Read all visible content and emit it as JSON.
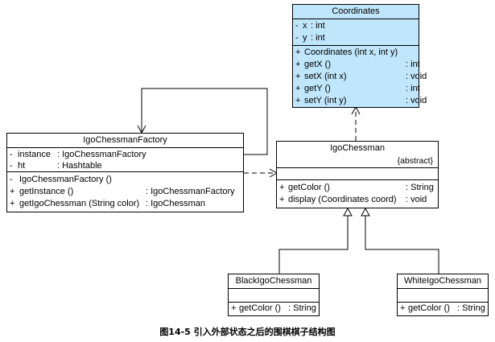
{
  "classes": {
    "coordinates": {
      "name": "Coordinates",
      "attributes": [
        {
          "vis": "-",
          "name": "x",
          "type": ": int"
        },
        {
          "vis": "-",
          "name": "y",
          "type": ": int"
        }
      ],
      "operations": [
        {
          "vis": "+",
          "name": "Coordinates (int x, int y)",
          "type": ""
        },
        {
          "vis": "+",
          "name": "getX ()",
          "type": ": int"
        },
        {
          "vis": "+",
          "name": "setX (int x)",
          "type": ": void"
        },
        {
          "vis": "+",
          "name": "getY ()",
          "type": ": int"
        },
        {
          "vis": "+",
          "name": "setY (int y)",
          "type": ": void"
        }
      ]
    },
    "factory": {
      "name": "IgoChessmanFactory",
      "attributes": [
        {
          "vis": "-",
          "name": "instance",
          "type": ": IgoChessmanFactory"
        },
        {
          "vis": "-",
          "name": "ht",
          "type": ": Hashtable"
        }
      ],
      "operations": [
        {
          "vis": "-",
          "name": "IgoChessmanFactory ()",
          "type": ""
        },
        {
          "vis": "+",
          "name": "getInstance ()",
          "type": ": IgoChessmanFactory"
        },
        {
          "vis": "+",
          "name": "getIgoChessman (String color)",
          "type": ": IgoChessman"
        }
      ]
    },
    "chessman": {
      "name": "IgoChessman",
      "stereotype": "{abstract}",
      "operations": [
        {
          "vis": "+",
          "name": "getColor ()",
          "type": ": String"
        },
        {
          "vis": "+",
          "name": "display (Coordinates coord)",
          "type": ": void"
        }
      ]
    },
    "black": {
      "name": "BlackIgoChessman",
      "operations": [
        {
          "vis": "+",
          "name": "getColor ()",
          "type": ": String"
        }
      ]
    },
    "white": {
      "name": "WhiteIgoChessman",
      "operations": [
        {
          "vis": "+",
          "name": "getColor ()",
          "type": ": String"
        }
      ]
    }
  },
  "caption": "图14-5 引入外部状态之后的围棋棋子结构图"
}
